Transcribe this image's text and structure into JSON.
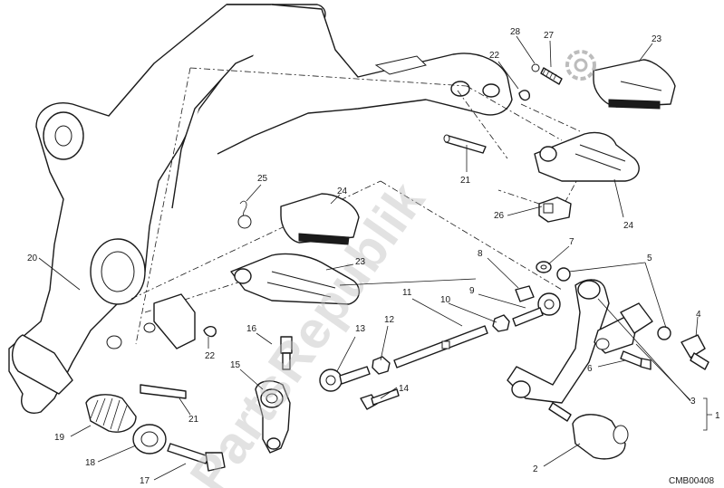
{
  "diagram": {
    "drawing_code": "CMB00408",
    "watermark": "PartsRepublik",
    "callouts": [
      {
        "id": "c1",
        "label": "1"
      },
      {
        "id": "c2",
        "label": "2"
      },
      {
        "id": "c3",
        "label": "3"
      },
      {
        "id": "c4",
        "label": "4"
      },
      {
        "id": "c5",
        "label": "5"
      },
      {
        "id": "c6",
        "label": "6"
      },
      {
        "id": "c7",
        "label": "7"
      },
      {
        "id": "c8",
        "label": "8"
      },
      {
        "id": "c9",
        "label": "9"
      },
      {
        "id": "c10",
        "label": "10"
      },
      {
        "id": "c11",
        "label": "11"
      },
      {
        "id": "c12",
        "label": "12"
      },
      {
        "id": "c13",
        "label": "13"
      },
      {
        "id": "c14",
        "label": "14"
      },
      {
        "id": "c15",
        "label": "15"
      },
      {
        "id": "c16",
        "label": "16"
      },
      {
        "id": "c17",
        "label": "17"
      },
      {
        "id": "c18",
        "label": "18"
      },
      {
        "id": "c19",
        "label": "19"
      },
      {
        "id": "c20",
        "label": "20"
      },
      {
        "id": "c21a",
        "label": "21"
      },
      {
        "id": "c21b",
        "label": "21"
      },
      {
        "id": "c22a",
        "label": "22"
      },
      {
        "id": "c22b",
        "label": "22"
      },
      {
        "id": "c23a",
        "label": "23"
      },
      {
        "id": "c23b",
        "label": "23"
      },
      {
        "id": "c24a",
        "label": "24"
      },
      {
        "id": "c24b",
        "label": "24"
      },
      {
        "id": "c25",
        "label": "25"
      },
      {
        "id": "c26",
        "label": "26"
      },
      {
        "id": "c27",
        "label": "27"
      },
      {
        "id": "c28",
        "label": "28"
      }
    ],
    "badge_icon": "gear-icon"
  }
}
